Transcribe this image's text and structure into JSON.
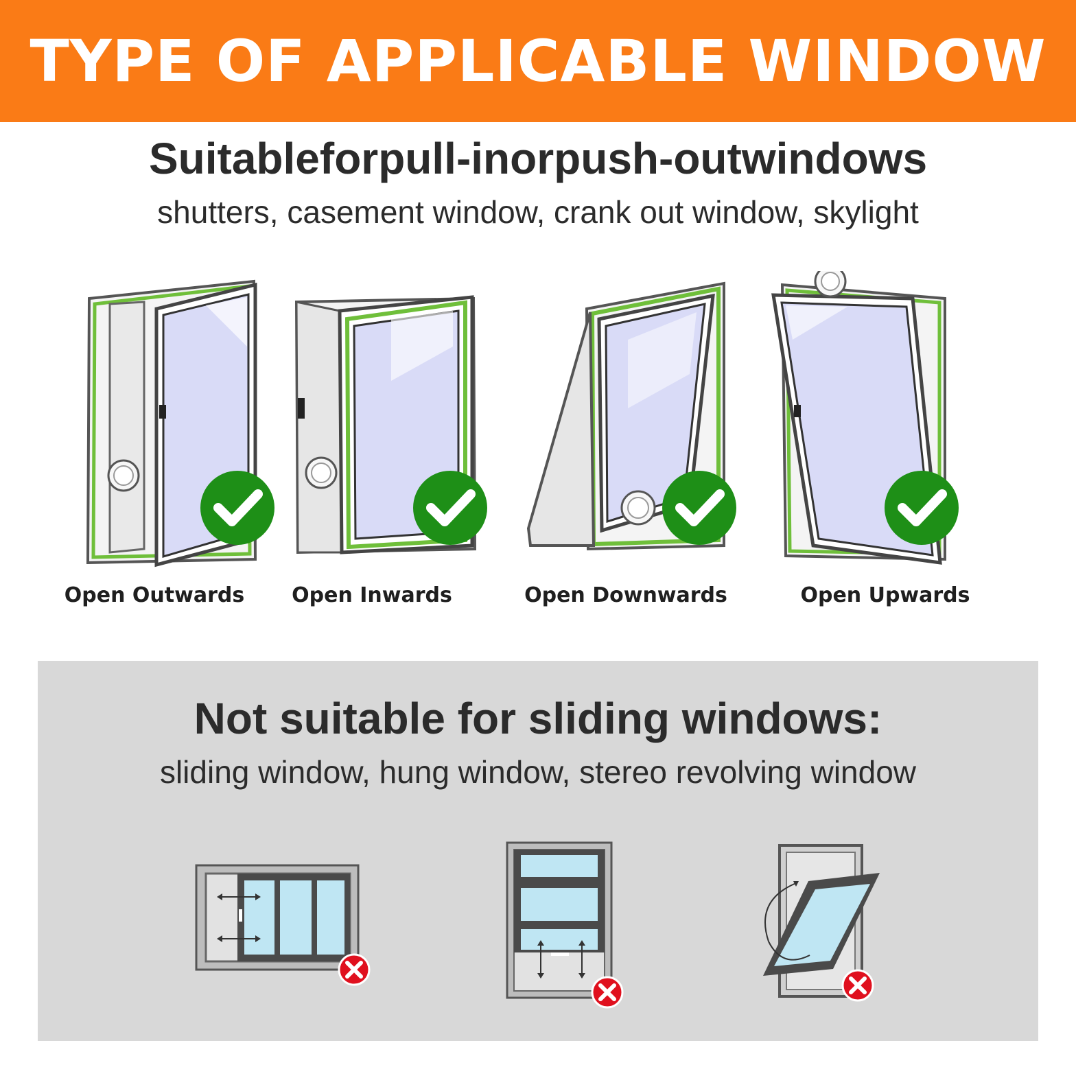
{
  "banner": {
    "title": "TYPE OF APPLICABLE WINDOW"
  },
  "suitable": {
    "title": "Suitableforpull-inorpush-outwindows",
    "subtitle": "shutters, casement window, crank out window, skylight",
    "items": [
      {
        "label": "Open Outwards",
        "icon": "check-circle-icon"
      },
      {
        "label": "Open Inwards",
        "icon": "check-circle-icon"
      },
      {
        "label": "Open Downwards",
        "icon": "check-circle-icon"
      },
      {
        "label": "Open Upwards",
        "icon": "check-circle-icon"
      }
    ]
  },
  "not_suitable": {
    "title": "Not suitable for sliding windows:",
    "subtitle": "sliding window, hung window, stereo revolving window",
    "items": [
      {
        "icon": "cross-circle-icon"
      },
      {
        "icon": "cross-circle-icon"
      },
      {
        "icon": "cross-circle-icon"
      }
    ]
  },
  "colors": {
    "banner": "#fa7b16",
    "check": "#1e8f17",
    "cross": "#e0101e",
    "seal": "#6fbf3a",
    "glass": "#d9dbf7",
    "panel": "#d8d8d8",
    "frame": "#555555"
  }
}
